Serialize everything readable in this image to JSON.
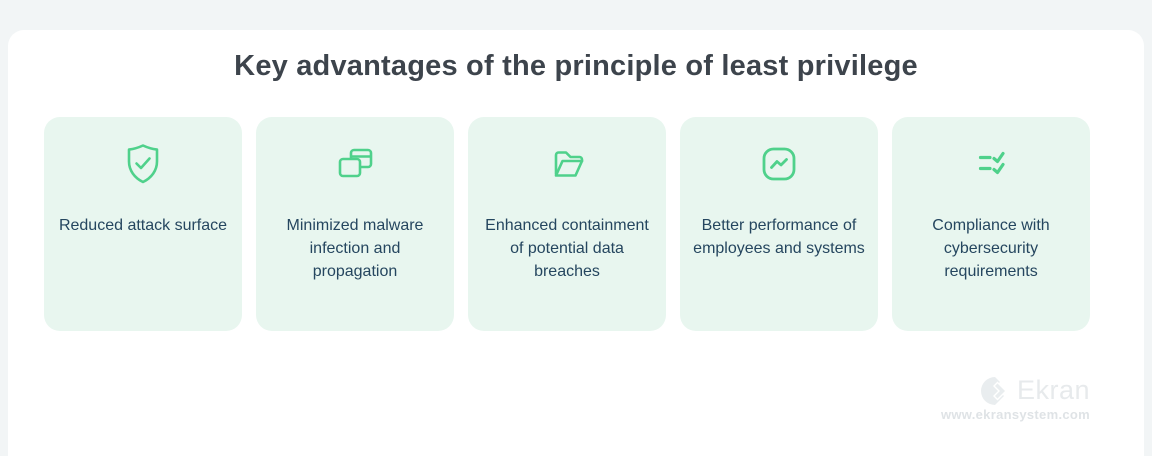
{
  "page": {
    "title": "Key advantages of the principle of least privilege"
  },
  "cards": [
    {
      "icon": "shield-check-icon",
      "label": "Reduced attack surface"
    },
    {
      "icon": "overlapping-windows-icon",
      "label": "Minimized malware infection and propagation"
    },
    {
      "icon": "open-folder-icon",
      "label": "Enhanced containment of potential data breaches"
    },
    {
      "icon": "performance-chart-icon",
      "label": "Better performance of employees and systems"
    },
    {
      "icon": "checklist-icon",
      "label": "Compliance with cybersecurity requirements"
    }
  ],
  "branding": {
    "logo_text": "Ekran",
    "website": "www.ekransystem.com"
  },
  "colors": {
    "accent_green": "#4fd18b",
    "card_background": "#e8f6ef",
    "title_color": "#3d444c",
    "card_text_color": "#25465f",
    "page_background": "#f2f5f6",
    "panel_background": "#ffffff",
    "watermark_gray": "#e7eaec"
  }
}
